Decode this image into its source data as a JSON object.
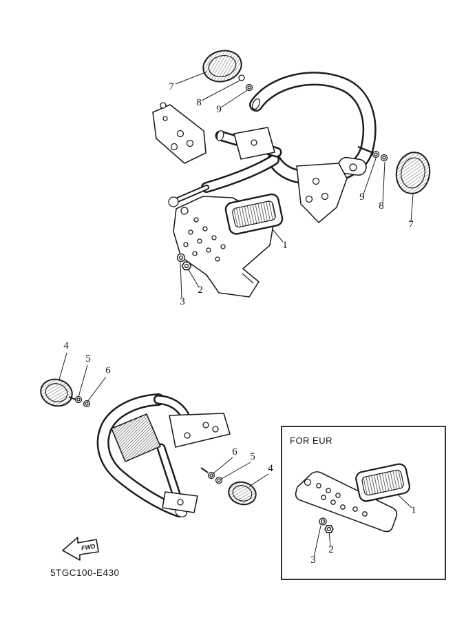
{
  "colors": {
    "line": "#1c1c1c",
    "background": "#ffffff"
  },
  "diagram": {
    "part_code": "5TGC100-E430",
    "inset_label": "FOR EUR",
    "fwd_label": "FWD",
    "callouts": [
      {
        "label": "7"
      },
      {
        "label": "8"
      },
      {
        "label": "9"
      },
      {
        "label": "9"
      },
      {
        "label": "8"
      },
      {
        "label": "7"
      },
      {
        "label": "1"
      },
      {
        "label": "2"
      },
      {
        "label": "3"
      },
      {
        "label": "4"
      },
      {
        "label": "5"
      },
      {
        "label": "6"
      },
      {
        "label": "6"
      },
      {
        "label": "5"
      },
      {
        "label": "4"
      },
      {
        "label": "1"
      },
      {
        "label": "2"
      },
      {
        "label": "3"
      }
    ]
  }
}
